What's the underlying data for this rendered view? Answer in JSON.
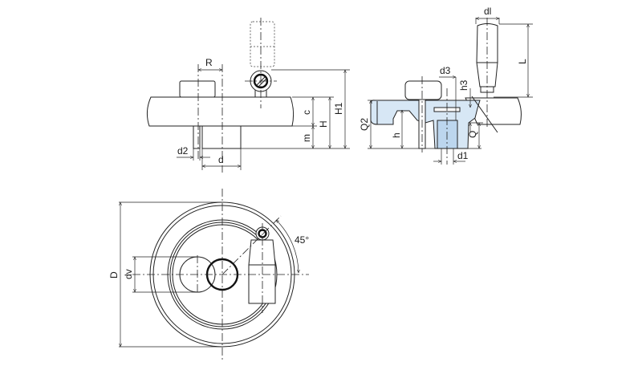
{
  "drawing": {
    "title": "Handwheel with revolving handle - dimension drawing",
    "colors": {
      "line": "#222222",
      "section_fill": "#d7e7f5",
      "section_fill_dark": "#bcd6ee"
    },
    "front_view": {
      "labels": {
        "R": "R",
        "c": "c",
        "m": "m",
        "H": "H",
        "H1": "H1",
        "d": "d",
        "d2": "d2"
      }
    },
    "section_view": {
      "labels": {
        "dl": "dl",
        "L": "L",
        "d3": "d3",
        "h3": "h3",
        "Q2": "Q2",
        "h": "h",
        "Q": "Q",
        "d1": "d1"
      }
    },
    "top_view": {
      "labels": {
        "D": "D",
        "dv": "dv",
        "angle": "45°"
      }
    }
  }
}
